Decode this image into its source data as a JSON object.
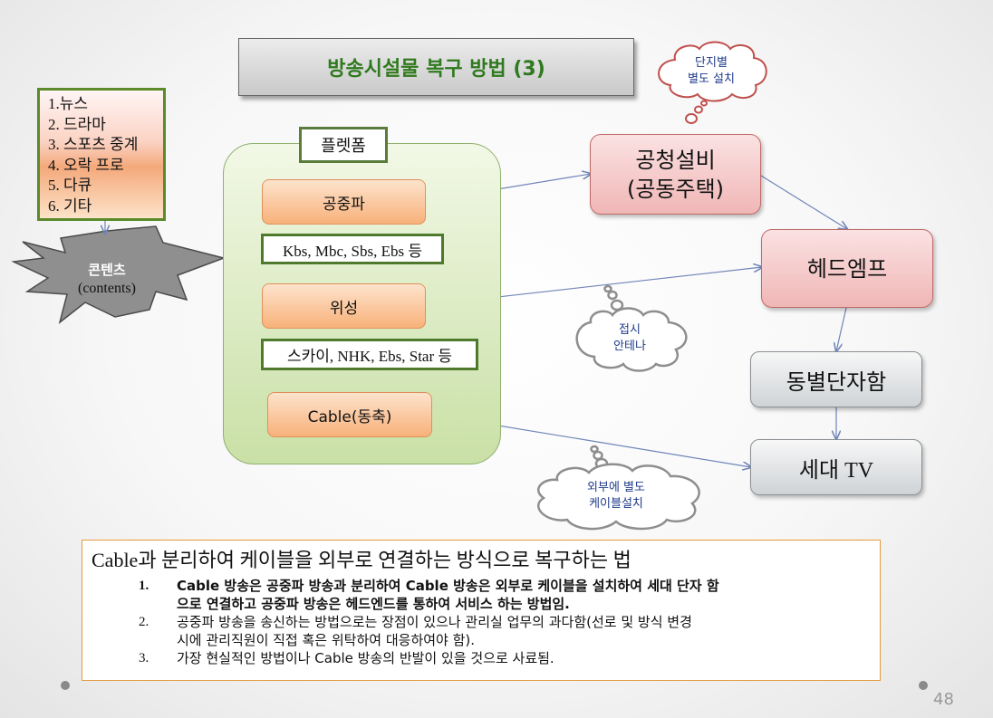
{
  "slide": {
    "title": "방송시설물 복구 방법 (3)",
    "page_number": "48"
  },
  "content_list": [
    "1.뉴스",
    "2. 드라마",
    "3. 스포츠 중계",
    "4. 오락 프로",
    "5. 다큐",
    "6. 기타"
  ],
  "starburst": {
    "label": "콘텐츠",
    "sublabel": "(contents)"
  },
  "platform": {
    "label": "플렛폼",
    "items": [
      "공중파",
      "위성",
      "Cable(동축)"
    ],
    "channel_labels": [
      "Kbs, Mbc, Sbs, Ebs 등",
      "스카이, NHK, Ebs, Star 등"
    ]
  },
  "nodes": {
    "common_facility": [
      "공청설비",
      "(공동주택)"
    ],
    "headend": "헤드엠프",
    "junction_box": "동별단자함",
    "household_tv": "세대 TV"
  },
  "clouds": {
    "per_complex": [
      "단지별",
      "별도 설치"
    ],
    "dish": [
      "접시",
      "안테나"
    ],
    "cable_outside": [
      "외부에 별도",
      "케이블설치"
    ]
  },
  "summary": {
    "heading": "Cable과 분리하여 케이블을 외부로 연결하는 방식으로 복구하는 법",
    "items": [
      {
        "num": "1.",
        "lines": [
          "Cable 방송은 공중파 방송과 분리하여 Cable 방송은 외부로 케이블을 설치하여 세대 단자 함",
          "으로 연결하고 공중파 방송은 헤드엔드를 통하여 서비스 하는 방법임."
        ]
      },
      {
        "num": "2.",
        "lines": [
          "공중파 방송을 송신하는 방법으로는 장점이 있으나 관리실 업무의 과다함(선로 및 방식 변경",
          "시에 관리직원이 직접 혹은 위탁하여 대응하여야 함)."
        ]
      },
      {
        "num": "3.",
        "lines": [
          "가장 현실적인 방법이나 Cable 방송의 반발이 있을 것으로 사료됨."
        ]
      }
    ]
  },
  "colors": {
    "title_text": "#2f7a1e",
    "arrow": "#6f84b8",
    "cloud_text": "#1e3a8a",
    "bottom_border": "#e59a3d"
  }
}
